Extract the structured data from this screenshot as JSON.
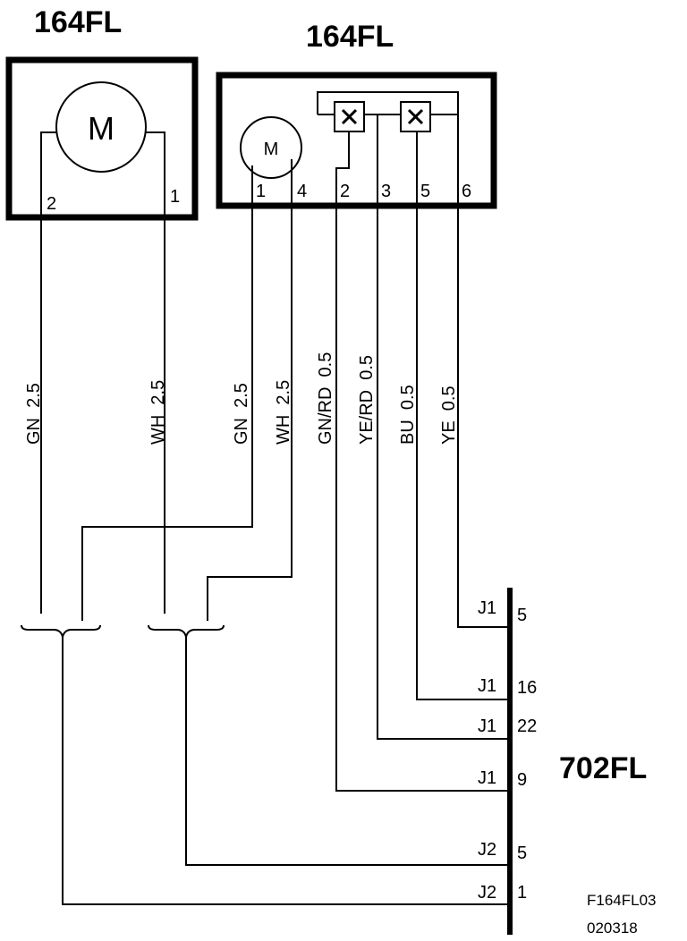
{
  "left_component": {
    "title": "164FL",
    "motor_label": "M",
    "pins": [
      "2",
      "1"
    ]
  },
  "right_component": {
    "title": "164FL",
    "motor_label": "M",
    "pins": [
      "1",
      "4",
      "2",
      "3",
      "5",
      "6"
    ]
  },
  "wires": [
    {
      "label": "GN  2.5"
    },
    {
      "label": "WH  2.5"
    },
    {
      "label": "GN  2.5"
    },
    {
      "label": "WH  2.5"
    },
    {
      "label": "GN/RD  0.5"
    },
    {
      "label": "YE/RD  0.5"
    },
    {
      "label": "BU  0.5"
    },
    {
      "label": "YE  0.5"
    }
  ],
  "connector": {
    "title": "702FL",
    "terminals": [
      {
        "jack": "J1",
        "pin": "5"
      },
      {
        "jack": "J1",
        "pin": "16"
      },
      {
        "jack": "J1",
        "pin": "22"
      },
      {
        "jack": "J1",
        "pin": "9"
      },
      {
        "jack": "J2",
        "pin": "5"
      },
      {
        "jack": "J2",
        "pin": "1"
      }
    ]
  },
  "figure_code": {
    "line1": "F164FL03",
    "line2": "020318"
  }
}
